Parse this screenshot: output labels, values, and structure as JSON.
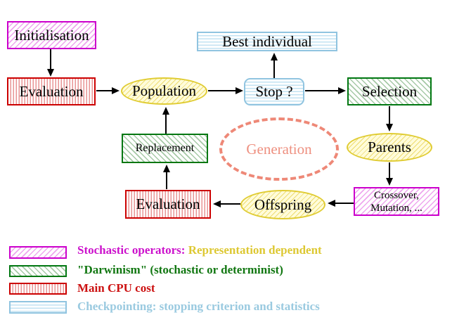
{
  "diagram": {
    "nodes": {
      "initialisation": {
        "label": "Initialisation",
        "pattern": "magenta-diagonal-hatch"
      },
      "evaluation_top": {
        "label": "Evaluation",
        "pattern": "red-vertical-stripes"
      },
      "population": {
        "label": "Population",
        "pattern": "yellow-diagonal-hatch"
      },
      "stop": {
        "label": "Stop ?",
        "pattern": "blue-horizontal-stripes"
      },
      "best_individual": {
        "label": "Best individual",
        "pattern": "blue-horizontal-stripes"
      },
      "selection": {
        "label": "Selection",
        "pattern": "green-diagonal-hatch"
      },
      "parents": {
        "label": "Parents",
        "pattern": "yellow-diagonal-hatch"
      },
      "crossover": {
        "label_line1": "Crossover,",
        "label_line2": "Mutation, ...",
        "pattern": "magenta-diagonal-hatch"
      },
      "offspring": {
        "label": "Offspring",
        "pattern": "yellow-diagonal-hatch"
      },
      "evaluation_bottom": {
        "label": "Evaluation",
        "pattern": "red-vertical-stripes"
      },
      "replacement": {
        "label": "Replacement",
        "pattern": "green-diagonal-hatch"
      },
      "generation": {
        "label": "Generation",
        "style": "salmon-dashed-ellipse"
      }
    },
    "colors": {
      "magenta": "#cc00cc",
      "green": "#007711",
      "red": "#cc0000",
      "light_blue": "#90c4e0",
      "yellow": "#e0cc33",
      "salmon": "#ee8877",
      "arrow": "#000000"
    }
  },
  "legend": {
    "items": [
      {
        "label": "Stochastic operators:",
        "label2": "Representation dependent",
        "color": "#cc11cc",
        "color2": "#ddc832",
        "pattern": "magenta-diagonal-hatch"
      },
      {
        "label": "\"Darwinism\" (stochastic or determinist)",
        "color": "#117711",
        "pattern": "green-diagonal-hatch"
      },
      {
        "label": "Main CPU cost",
        "color": "#cc1111",
        "pattern": "red-vertical-stripes"
      },
      {
        "label": "Checkpointing: stopping criterion and statistics",
        "color": "#9acae0",
        "pattern": "blue-horizontal-stripes"
      }
    ]
  }
}
